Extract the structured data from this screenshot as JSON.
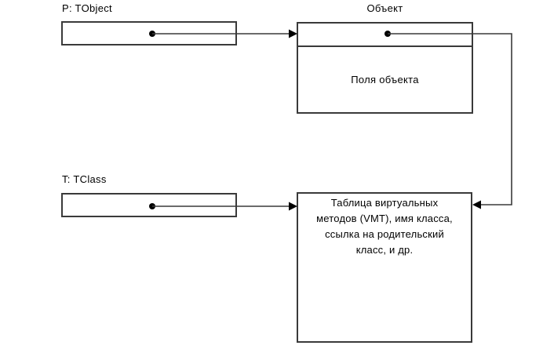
{
  "colors": {
    "line": "#3a3a3a",
    "text": "#000000",
    "bg": "#ffffff",
    "accent": "#000000"
  },
  "pointer_p": {
    "label": "P: TObject"
  },
  "object_box": {
    "title": "Объект",
    "fields_label": "Поля объекта"
  },
  "pointer_t": {
    "label": "T: TClass"
  },
  "vmt_box": {
    "text": "Таблица виртуальных методов (VMT), имя класса, ссылка на родительский класс, и др.",
    "lines": [
      "Таблица виртуальных",
      "методов (VMT), имя класса,",
      "ссылка на родительский",
      "класс, и др."
    ]
  }
}
